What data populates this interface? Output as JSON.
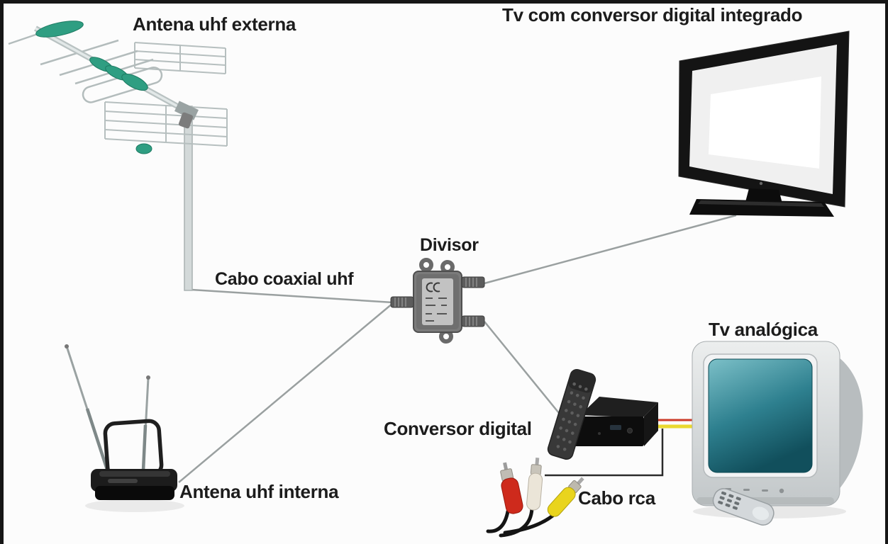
{
  "diagram": {
    "background": "#fcfcfc",
    "labels": {
      "external_antenna": "Antena uhf externa",
      "tv_integrated": "Tv com conversor digital integrado",
      "divisor": "Divisor",
      "coax_cable": "Cabo coaxial uhf",
      "analog_tv": "Tv analógica",
      "converter": "Conversor digital",
      "internal_antenna": "Antena uhf interna",
      "rca_cable": "Cabo rca"
    },
    "colors": {
      "text": "#1c1c1c",
      "frame_border": "#161616",
      "connection_line": "#9aa0a0",
      "antenna_teal": "#2f9e82",
      "cable_red": "#cc3a28",
      "cable_yellow": "#ead92f",
      "rca_red": "#ce2a1c",
      "rca_white": "#ebe5d8",
      "rca_yellow": "#e9d41d",
      "crt_screen": "#2c7f8e"
    },
    "connections": [
      {
        "from": "external-antenna",
        "to": "divisor",
        "label": "Cabo coaxial uhf"
      },
      {
        "from": "internal-antenna",
        "to": "divisor"
      },
      {
        "from": "divisor",
        "to": "tv-integrated"
      },
      {
        "from": "divisor",
        "to": "converter"
      },
      {
        "from": "converter",
        "to": "analog-tv",
        "label": "Cabo rca"
      }
    ],
    "icons": {
      "external-antenna-icon": "outdoor yagi UHF antenna on mast",
      "indoor-antenna-icon": "indoor rabbit-ear antenna with loop",
      "flat-tv-icon": "flat panel TV with integrated digital converter",
      "crt-tv-icon": "CRT analog television with remote",
      "splitter-icon": "two-way coaxial splitter",
      "set-top-box-icon": "digital converter box with remote control",
      "rca-plugs-icon": "red, white and yellow RCA plugs",
      "remote-icon": "TV remote control"
    }
  }
}
